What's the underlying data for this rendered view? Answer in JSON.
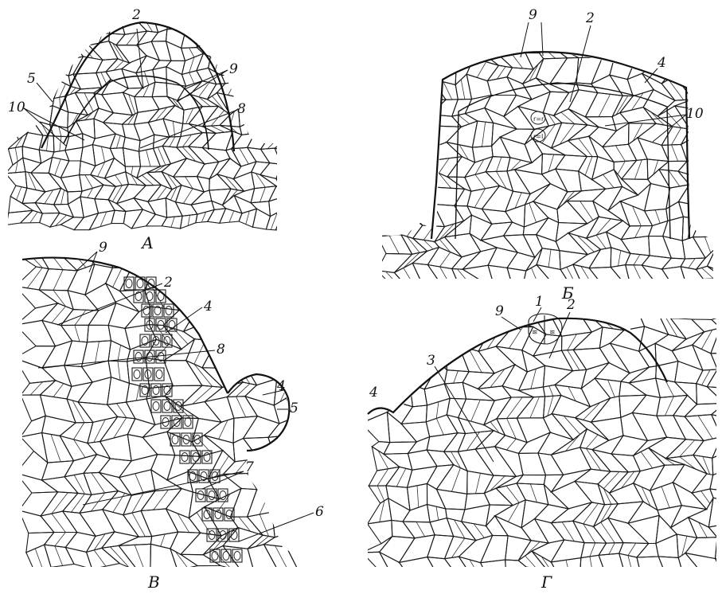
{
  "panels": [
    {
      "id": "A",
      "letter": "А",
      "labels": [
        {
          "key": "l2",
          "text": "2"
        },
        {
          "key": "l9",
          "text": "9"
        },
        {
          "key": "l5",
          "text": "5"
        },
        {
          "key": "l10",
          "text": "10"
        },
        {
          "key": "l8",
          "text": "8"
        }
      ]
    },
    {
      "id": "B",
      "letter": "Б",
      "labels": [
        {
          "key": "l9",
          "text": "9"
        },
        {
          "key": "l2",
          "text": "2"
        },
        {
          "key": "l4",
          "text": "4"
        },
        {
          "key": "l10",
          "text": "10"
        }
      ]
    },
    {
      "id": "V",
      "letter": "В",
      "labels": [
        {
          "key": "l9",
          "text": "9"
        },
        {
          "key": "l2",
          "text": "2"
        },
        {
          "key": "l4a",
          "text": "4"
        },
        {
          "key": "l8",
          "text": "8"
        },
        {
          "key": "l4b",
          "text": "4"
        },
        {
          "key": "l5",
          "text": "5"
        },
        {
          "key": "l7",
          "text": "7"
        },
        {
          "key": "l6",
          "text": "6"
        }
      ]
    },
    {
      "id": "G",
      "letter": "Г",
      "labels": [
        {
          "key": "l1",
          "text": "1"
        },
        {
          "key": "l9",
          "text": "9"
        },
        {
          "key": "l2",
          "text": "2"
        },
        {
          "key": "l3",
          "text": "3"
        },
        {
          "key": "l4",
          "text": "4"
        }
      ]
    }
  ]
}
